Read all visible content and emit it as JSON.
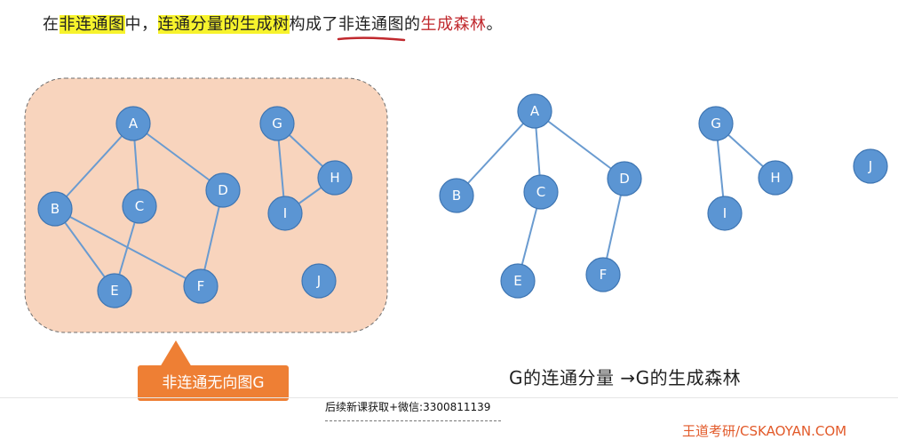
{
  "heading": {
    "pre": "在",
    "term1": "非连通图",
    "mid1": "中，",
    "term2": "连通分量的生成树",
    "mid2": "构成了",
    "term3": "非连通图",
    "mid3": "的",
    "term4": "生成森林",
    "end": "。"
  },
  "colors": {
    "node_fill": "#5b95d3",
    "node_stroke": "#3f76b3",
    "edge": "#6a9bd0",
    "region_fill": "#f8d4bd",
    "callout": "#ee7f34",
    "highlight": "#f7f32c",
    "emphasis": "#c0282d"
  },
  "graph_left": {
    "nodes": [
      "A",
      "B",
      "C",
      "D",
      "E",
      "F",
      "G",
      "H",
      "I",
      "J"
    ],
    "edges": [
      [
        "A",
        "B"
      ],
      [
        "A",
        "C"
      ],
      [
        "A",
        "D"
      ],
      [
        "B",
        "E"
      ],
      [
        "B",
        "F"
      ],
      [
        "C",
        "E"
      ],
      [
        "D",
        "F"
      ],
      [
        "G",
        "I"
      ],
      [
        "G",
        "H"
      ],
      [
        "H",
        "I"
      ]
    ]
  },
  "forest_right": {
    "nodes": [
      "A",
      "B",
      "C",
      "D",
      "E",
      "F",
      "G",
      "H",
      "I",
      "J"
    ],
    "edges": [
      [
        "A",
        "B"
      ],
      [
        "A",
        "C"
      ],
      [
        "A",
        "D"
      ],
      [
        "C",
        "E"
      ],
      [
        "D",
        "F"
      ],
      [
        "G",
        "H"
      ],
      [
        "G",
        "I"
      ]
    ]
  },
  "callout_label": "非连通无向图G",
  "caption": "G的连通分量 →G的生成森林",
  "footer": "后续新课获取+微信:3300811139",
  "watermark": "王道考研/CSKAOYAN.COM"
}
